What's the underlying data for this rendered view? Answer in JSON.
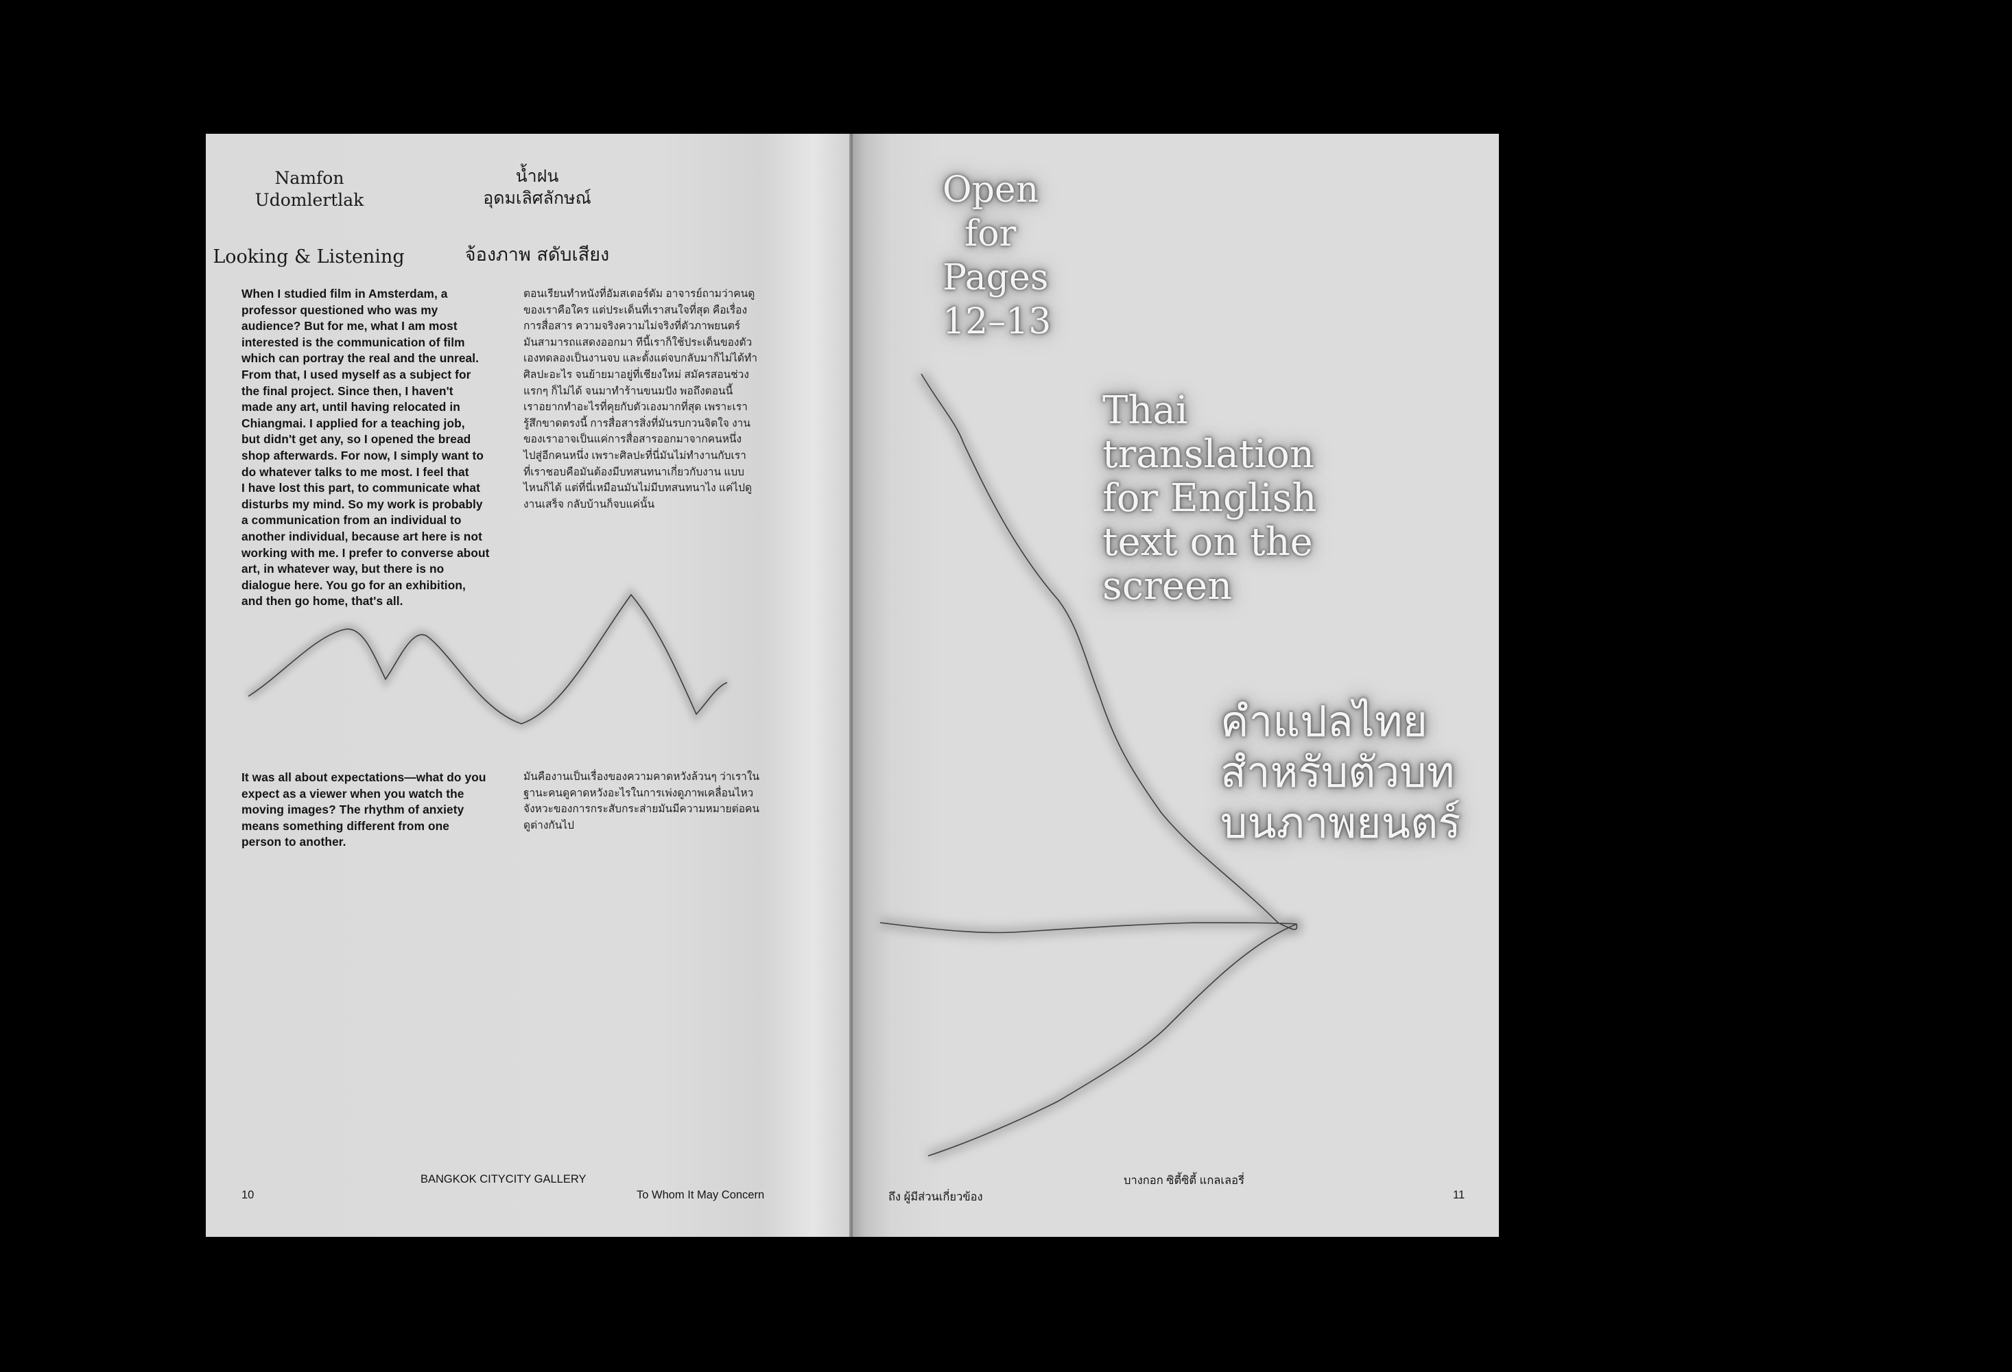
{
  "left_page": {
    "author_en": [
      "Namfon",
      "Udomlertlak"
    ],
    "author_th": [
      "น้ำฝน",
      "อุดมเลิศลักษณ์"
    ],
    "title_en": "Looking & Listening",
    "title_th": "จ้องภาพ สดับเสียง",
    "body_en_1": [
      "When I studied film in Amsterdam, a",
      "professor questioned who was my",
      "audience? But for me, what I am most",
      "interested is the communication of film",
      "which can portray the real and the unreal.",
      "From that, I used myself as a subject for",
      "the final project. Since then, I haven't",
      "made any art, until having relocated in",
      "Chiangmai. I applied for a teaching job,",
      "but didn't get any, so I opened the bread",
      "shop afterwards. For now, I simply want to",
      "do whatever talks to me most. I feel that",
      "I have lost this part, to communicate what",
      "disturbs my mind. So my work is probably",
      "a communication from an individual to",
      "another individual, because art here is not",
      "working with me. I prefer to converse about",
      "art, in whatever way, but there is no",
      "dialogue here. You go for an exhibition,",
      "and then go home, that's all."
    ],
    "body_th_1": [
      "ตอนเรียนทำหนังที่อัมสเตอร์ดัม อาจารย์ถามว่าคนดู",
      "ของเราคือใคร แต่ประเด็นที่เราสนใจที่สุด คือเรื่อง",
      "การสื่อสาร ความจริงความไม่จริงที่ตัวภาพยนตร์",
      "มันสามารถแสดงออกมา ทีนี้เราก็ใช้ประเด็นของตัว",
      "เองทดลองเป็นงานจบ และตั้งแต่จบกลับมาก็ไม่ได้ทำ",
      "ศิลปะอะไร จนย้ายมาอยู่ที่เชียงใหม่ สมัครสอนช่วง",
      "แรกๆ ก็ไม่ได้ จนมาทำร้านขนมปัง พอถึงตอนนี้",
      "เราอยากทำอะไรที่คุยกับตัวเองมากที่สุด เพราะเรา",
      "รู้สึกขาดตรงนี้ การสื่อสารสิ่งที่มันรบกวนจิตใจ งาน",
      "ของเราอาจเป็นแค่การสื่อสารออกมาจากคนหนึ่ง",
      "ไปสู่อีกคนหนึ่ง เพราะศิลปะที่นี่มันไม่ทำงานกับเรา",
      "ที่เราชอบคือมันต้องมีบทสนทนาเกี่ยวกับงาน แบบ",
      "ไหนก็ได้ แต่ที่นี่เหมือนมันไม่มีบทสนทนาไง แค่ไปดู",
      "งานเสร็จ กลับบ้านก็จบแค่นั้น"
    ],
    "body_en_2": [
      "It was all about expectations—what do you",
      "expect as a viewer when you watch the",
      "moving images? The rhythm of anxiety",
      "means something different from one",
      "person to another."
    ],
    "body_th_2": [
      "มันคืองานเป็นเรื่องของความคาดหวังล้วนๆ ว่าเราใน",
      "ฐานะคนดูคาดหวังอะไรในการเพ่งดูภาพเคลื่อนไหว",
      "จังหวะของการกระสับกระส่ายมันมีความหมายต่อคน",
      "ดูต่างกันไป"
    ],
    "footer": {
      "page_number": "10",
      "gallery": "BANGKOK CITYCITY GALLERY",
      "title": "To Whom It May Concern"
    }
  },
  "right_page": {
    "open_for_pages": [
      "Open",
      "for",
      "Pages",
      "12–13"
    ],
    "translation_en": [
      "Thai",
      "translation",
      "for English",
      "text on the",
      "screen"
    ],
    "translation_th": [
      "คำแปลไทย",
      "สำหรับตัวบท",
      "บนภาพยนตร์"
    ],
    "footer": {
      "title_th": "ถึง ผู้มีส่วนเกี่ยวข้อง",
      "gallery_th": "บางกอก ซิตี้ซิตี้ แกลเลอรี่",
      "page_number": "11"
    }
  },
  "colors": {
    "background": "#000000",
    "paper": "#dcdcdc",
    "ink": "#141414",
    "glow_text": "#f4f4f4"
  }
}
